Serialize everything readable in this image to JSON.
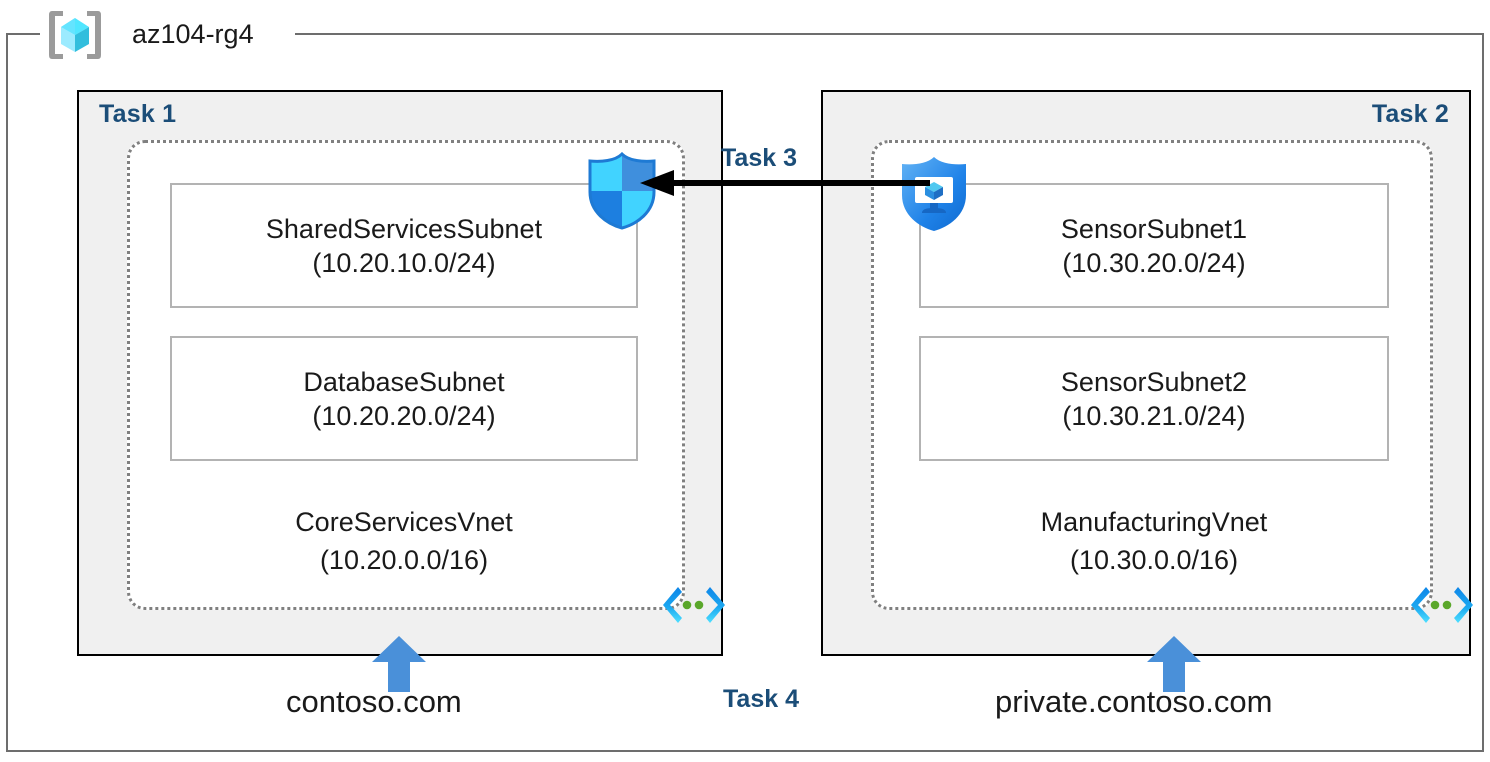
{
  "resource_group": {
    "name": "az104-rg4",
    "icon": "azure-resource-group-icon"
  },
  "colors": {
    "task_label": "#1b4d78",
    "panel_fill": "#f0f0f0",
    "panel_border": "#000000",
    "vnet_border": "#808080",
    "subnet_border": "#b3b3b3",
    "outer_border": "#6d6d6d",
    "arrow_black": "#000000",
    "arrow_blue": "#4a90d9",
    "shield_blue": "#1e90ff",
    "shield_cyan": "#41d3ff",
    "vnet_icon_blue": "#0f86e8",
    "vnet_icon_cyan": "#3fd0f5",
    "vnet_icon_green": "#5aa72a"
  },
  "panels": [
    {
      "id": "task1",
      "title": "Task 1",
      "title_align": "left",
      "vnet": {
        "name": "CoreServicesVnet",
        "cidr": "(10.20.0.0/16)",
        "icon": "vnet-icon",
        "subnets": [
          {
            "name": "SharedServicesSubnet",
            "cidr": "(10.20.10.0/24)"
          },
          {
            "name": "DatabaseSubnet",
            "cidr": "(10.20.20.0/24)"
          }
        ]
      },
      "badge_icon": "firewall-shield-icon",
      "dns": {
        "zone": "contoso.com",
        "arrow_icon": "up-arrow-icon"
      }
    },
    {
      "id": "task2",
      "title": "Task 2",
      "title_align": "right",
      "vnet": {
        "name": "ManufacturingVnet",
        "cidr": "(10.30.0.0/16)",
        "icon": "vnet-icon",
        "subnets": [
          {
            "name": "SensorSubnet1",
            "cidr": "(10.30.20.0/24)"
          },
          {
            "name": "SensorSubnet2",
            "cidr": "(10.30.21.0/24)"
          }
        ]
      },
      "badge_icon": "bastion-shield-icon",
      "dns": {
        "zone": "private.contoso.com",
        "arrow_icon": "up-arrow-icon"
      }
    }
  ],
  "connections": {
    "peering": {
      "title": "Task 3",
      "direction": "right-to-left",
      "icon": "peering-arrow-icon"
    }
  },
  "dns_section": {
    "title": "Task 4"
  }
}
